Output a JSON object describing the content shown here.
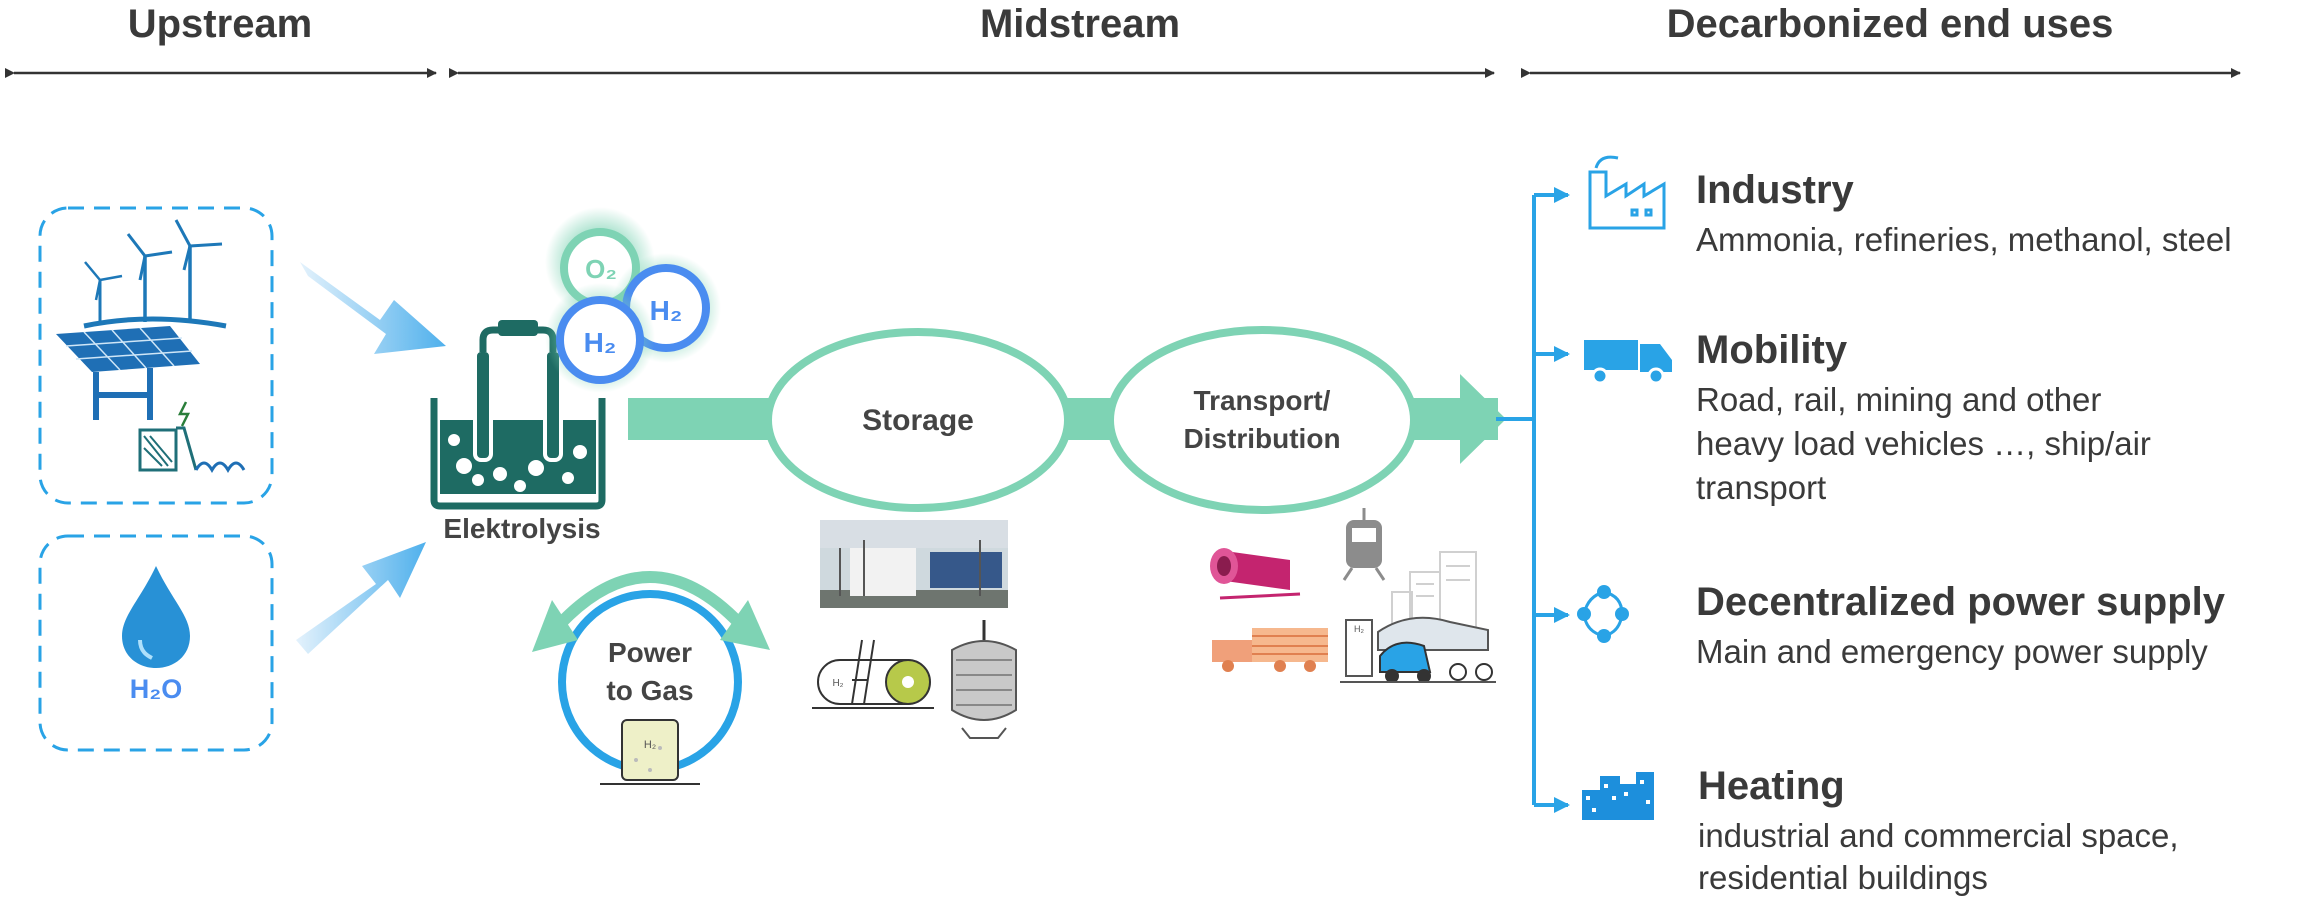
{
  "headers": {
    "upstream": "Upstream",
    "midstream": "Midstream",
    "end_uses": "Decarbonized end uses"
  },
  "inputs": {
    "water": "H₂O"
  },
  "electrolysis": {
    "label": "Elektrolysis",
    "o2": "O₂",
    "h2_a": "H₂",
    "h2_b": "H₂"
  },
  "midstream": {
    "storage": "Storage",
    "transport_line1": "Transport/",
    "transport_line2": "Distribution",
    "ptg_line1": "Power",
    "ptg_line2": "to Gas"
  },
  "end_uses": [
    {
      "title": "Industry",
      "desc": [
        "Ammonia, refineries, methanol, steel"
      ],
      "icon": "factory-icon"
    },
    {
      "title": "Mobility",
      "desc": [
        "Road, rail, mining and other",
        "heavy load vehicles …, ship/air",
        "transport"
      ],
      "icon": "truck-icon"
    },
    {
      "title": "Decentralized power supply",
      "desc": [
        "Main and emergency power supply"
      ],
      "icon": "network-icon"
    },
    {
      "title": "Heating",
      "desc": [
        "industrial and commercial space,",
        "residential buildings"
      ],
      "icon": "buildings-icon"
    }
  ],
  "colors": {
    "green": "#7ed3b4",
    "dark_teal": "#1e6b63",
    "blue": "#29a3e6",
    "light_blue": "#b9dcf6",
    "text": "#3a3a3a"
  }
}
